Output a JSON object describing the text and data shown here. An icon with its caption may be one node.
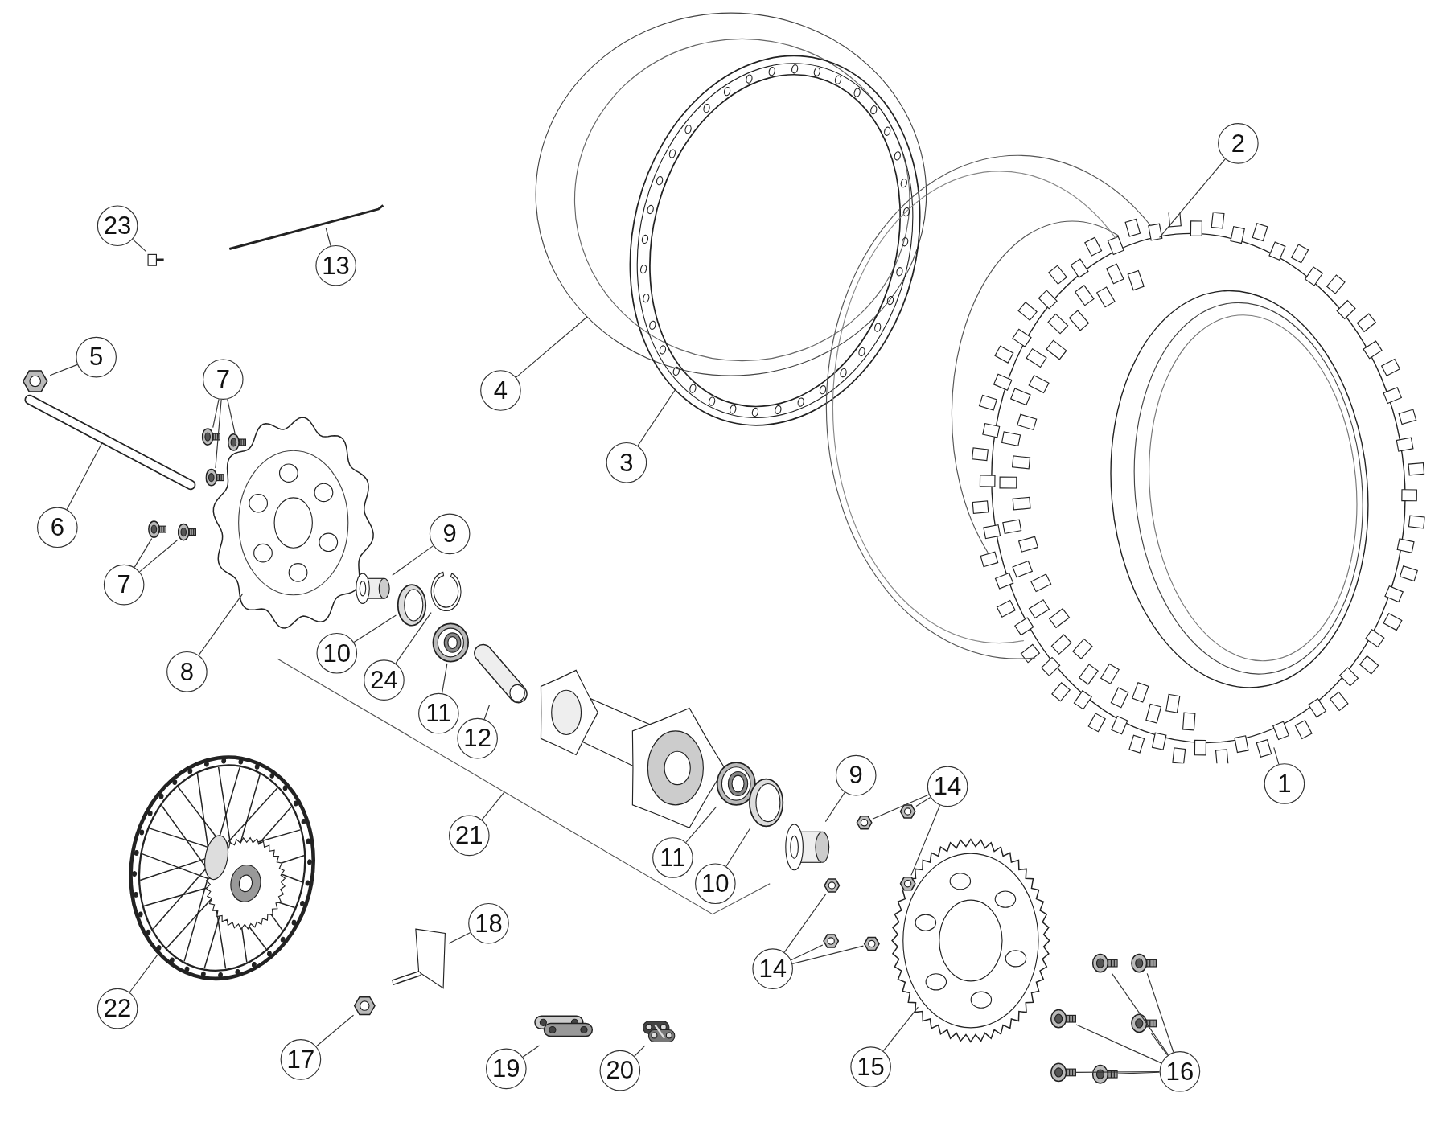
{
  "diagram": {
    "nodes": [
      {
        "text": [
          "2"
        ]
      },
      {
        "text": [
          "23"
        ]
      },
      {
        "text": [
          "13"
        ]
      },
      {
        "text": [
          "5"
        ]
      },
      {
        "text": [
          "7"
        ]
      },
      {
        "text": [
          "4"
        ]
      },
      {
        "text": [
          "3"
        ]
      },
      {
        "text": [
          "6"
        ]
      },
      {
        "text": [
          "9"
        ]
      },
      {
        "text": [
          "7"
        ]
      },
      {
        "text": [
          "10"
        ]
      },
      {
        "text": [
          "8"
        ]
      },
      {
        "text": [
          "24"
        ]
      },
      {
        "text": [
          "11"
        ]
      },
      {
        "text": [
          "12"
        ]
      },
      {
        "text": [
          "9"
        ]
      },
      {
        "text": [
          "1"
        ]
      },
      {
        "text": [
          "14"
        ]
      },
      {
        "text": [
          "21"
        ]
      },
      {
        "text": [
          "11"
        ]
      },
      {
        "text": [
          "10"
        ]
      },
      {
        "text": [
          "18"
        ]
      },
      {
        "text": [
          "14"
        ]
      },
      {
        "text": [
          "22"
        ]
      },
      {
        "text": [
          "17"
        ]
      },
      {
        "text": [
          "15"
        ]
      },
      {
        "text": [
          "19"
        ]
      },
      {
        "text": [
          "16"
        ]
      },
      {
        "text": [
          "20"
        ]
      },
      {
        "text": [],
        "shape": "picture"
      },
      {
        "text": [],
        "shape": "picture"
      },
      {
        "text": [],
        "shape": "picture"
      },
      {
        "text": [],
        "shape": "picture"
      },
      {
        "text": [],
        "shape": "picture"
      },
      {
        "text": [],
        "shape": "picture"
      },
      {
        "text": [],
        "shape": "picture"
      },
      {
        "text": [],
        "shape": "picture"
      },
      {
        "text": [],
        "shape": "picture"
      },
      {
        "text": [],
        "shape": "picture"
      },
      {
        "text": [],
        "shape": "picture"
      },
      {
        "text": [],
        "shape": "picture"
      },
      {
        "text": [],
        "shape": "picture"
      },
      {
        "text": [],
        "shape": "picture"
      },
      {
        "text": [],
        "shape": "picture"
      },
      {
        "text": [],
        "shape": "picture"
      },
      {
        "text": [],
        "shape": "picture"
      },
      {
        "text": [],
        "shape": "picture"
      },
      {
        "text": [],
        "shape": "picture"
      },
      {
        "text": [],
        "shape": "picture"
      },
      {
        "text": [],
        "shape": "picture"
      },
      {
        "text": [],
        "shape": "picture"
      },
      {
        "text": [],
        "shape": "picture"
      },
      {
        "text": [],
        "shape": "picture"
      },
      {
        "text": [],
        "shape": "picture"
      },
      {
        "text": [],
        "shape": "picture"
      },
      {
        "text": [],
        "shape": "picture"
      },
      {
        "text": [],
        "shape": "picture"
      },
      {
        "text": [],
        "shape": "picture"
      },
      {
        "text": [],
        "shape": "picture"
      },
      {
        "text": [],
        "shape": "picture"
      },
      {
        "text": [],
        "shape": "picture"
      },
      {
        "text": [],
        "shape": "picture"
      },
      {
        "text": [],
        "shape": "picture"
      },
      {
        "text": [],
        "shape": "picture"
      },
      {
        "text": [],
        "shape": "picture"
      },
      {
        "text": [],
        "shape": "picture"
      },
      {
        "text": [],
        "shape": "picture"
      },
      {
        "text": [],
        "shape": "picture"
      },
      {
        "text": [],
        "shape": "picture"
      }
    ],
    "edges": [
      {
        "from": 0,
        "to": 29,
        "arrow": "none"
      },
      {
        "from": 1,
        "to": 30,
        "arrow": "none"
      },
      {
        "from": 2,
        "to": 31,
        "arrow": "none"
      },
      {
        "from": 3,
        "to": 32,
        "arrow": "none"
      },
      {
        "from": 4,
        "to": 33,
        "arrow": "none"
      },
      {
        "from": 4,
        "to": 34,
        "arrow": "none"
      },
      {
        "from": 4,
        "to": 35,
        "arrow": "none"
      },
      {
        "from": 5,
        "to": 36,
        "arrow": "none"
      },
      {
        "from": 6,
        "to": 37,
        "arrow": "none"
      },
      {
        "from": 7,
        "to": 38,
        "arrow": "none"
      },
      {
        "from": 8,
        "to": 39,
        "arrow": "none"
      },
      {
        "from": 9,
        "to": 40,
        "arrow": "none"
      },
      {
        "from": 9,
        "to": 41,
        "arrow": "none"
      },
      {
        "from": 10,
        "to": 42,
        "arrow": "none"
      },
      {
        "from": 11,
        "to": 43,
        "arrow": "none"
      },
      {
        "from": 12,
        "to": 44,
        "arrow": "none"
      },
      {
        "from": 13,
        "to": 45,
        "arrow": "none"
      },
      {
        "from": 14,
        "to": 46,
        "arrow": "none"
      },
      {
        "from": 15,
        "to": 47,
        "arrow": "none"
      },
      {
        "from": 16,
        "to": 48,
        "arrow": "none"
      },
      {
        "from": 17,
        "to": 49,
        "arrow": "none"
      },
      {
        "from": 17,
        "to": 50,
        "arrow": "none"
      },
      {
        "from": 17,
        "to": 51,
        "arrow": "none"
      },
      {
        "from": 18,
        "to": null,
        "arrow": "none"
      },
      {
        "from": 19,
        "to": 52,
        "arrow": "none"
      },
      {
        "from": 20,
        "to": 53,
        "arrow": "none"
      },
      {
        "from": 21,
        "to": 54,
        "arrow": "none"
      },
      {
        "from": 22,
        "to": 55,
        "arrow": "none"
      },
      {
        "from": 22,
        "to": 56,
        "arrow": "none"
      },
      {
        "from": 22,
        "to": 57,
        "arrow": "none"
      },
      {
        "from": 23,
        "to": 58,
        "arrow": "none"
      },
      {
        "from": 24,
        "to": 59,
        "arrow": "none"
      },
      {
        "from": 25,
        "to": 60,
        "arrow": "none"
      },
      {
        "from": 26,
        "to": 61,
        "arrow": "none"
      },
      {
        "from": 27,
        "to": 62,
        "arrow": "none"
      },
      {
        "from": 27,
        "to": 63,
        "arrow": "none"
      },
      {
        "from": 27,
        "to": 64,
        "arrow": "none"
      },
      {
        "from": 27,
        "to": 65,
        "arrow": "none"
      },
      {
        "from": 27,
        "to": 66,
        "arrow": "none"
      },
      {
        "from": 27,
        "to": 67,
        "arrow": "none"
      },
      {
        "from": 28,
        "to": 68,
        "arrow": "none"
      }
    ]
  }
}
